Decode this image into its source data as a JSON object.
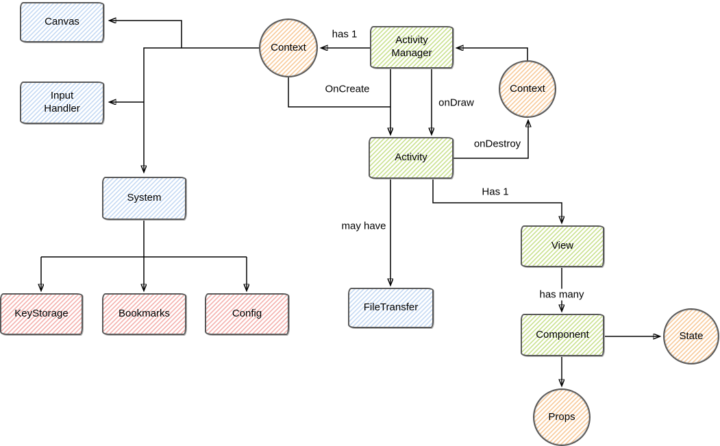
{
  "colors": {
    "stroke": "#595959",
    "line": "#000000",
    "blue-hatch": "#c9dcf4",
    "green-hatch": "#cde397",
    "orange-hatch": "#f8cda0",
    "pink-hatch": "#f5b6b3"
  },
  "nodes": {
    "canvas": {
      "label": "Canvas",
      "shape": "rect",
      "color": "blue"
    },
    "input_handler": {
      "label": "Input Handler",
      "shape": "rect",
      "color": "blue"
    },
    "system": {
      "label": "System",
      "shape": "rect",
      "color": "blue"
    },
    "keystorage": {
      "label": "KeyStorage",
      "shape": "rect",
      "color": "pink"
    },
    "bookmarks": {
      "label": "Bookmarks",
      "shape": "rect",
      "color": "pink"
    },
    "config": {
      "label": "Config",
      "shape": "rect",
      "color": "pink"
    },
    "filetransfer": {
      "label": "FileTransfer",
      "shape": "rect",
      "color": "blue"
    },
    "activity_manager": {
      "label": "Activity Manager",
      "shape": "rect",
      "color": "green"
    },
    "activity": {
      "label": "Activity",
      "shape": "rect",
      "color": "green"
    },
    "view": {
      "label": "View",
      "shape": "rect",
      "color": "green"
    },
    "component": {
      "label": "Component",
      "shape": "rect",
      "color": "green"
    },
    "context_left": {
      "label": "Context",
      "shape": "circle",
      "color": "orange"
    },
    "context_right": {
      "label": "Context",
      "shape": "circle",
      "color": "orange"
    },
    "state": {
      "label": "State",
      "shape": "circle",
      "color": "orange"
    },
    "props": {
      "label": "Props",
      "shape": "circle",
      "color": "orange"
    }
  },
  "edge_labels": {
    "has_1_context": "has 1",
    "on_create": "OnCreate",
    "on_draw": "onDraw",
    "on_destroy": "onDestroy",
    "has_1_view": "Has 1",
    "may_have": "may have",
    "has_many": "has many"
  },
  "edges": [
    {
      "from": "activity_manager",
      "to": "context_left",
      "label": "has 1"
    },
    {
      "from": "context_left",
      "to": "canvas",
      "label": ""
    },
    {
      "from": "context_left",
      "to": "input_handler",
      "label": ""
    },
    {
      "from": "context_left",
      "to": "system",
      "label": ""
    },
    {
      "from": "context_left",
      "to": "activity",
      "label": "OnCreate"
    },
    {
      "from": "activity_manager",
      "to": "activity",
      "label": "onDraw"
    },
    {
      "from": "context_right",
      "to": "activity_manager",
      "label": ""
    },
    {
      "from": "activity",
      "to": "context_right",
      "label": "onDestroy"
    },
    {
      "from": "activity",
      "to": "filetransfer",
      "label": "may have"
    },
    {
      "from": "activity",
      "to": "view",
      "label": "Has 1"
    },
    {
      "from": "view",
      "to": "component",
      "label": "has many"
    },
    {
      "from": "component",
      "to": "state",
      "label": ""
    },
    {
      "from": "component",
      "to": "props",
      "label": ""
    },
    {
      "from": "system",
      "to": "keystorage",
      "label": ""
    },
    {
      "from": "system",
      "to": "bookmarks",
      "label": ""
    },
    {
      "from": "system",
      "to": "config",
      "label": ""
    }
  ]
}
